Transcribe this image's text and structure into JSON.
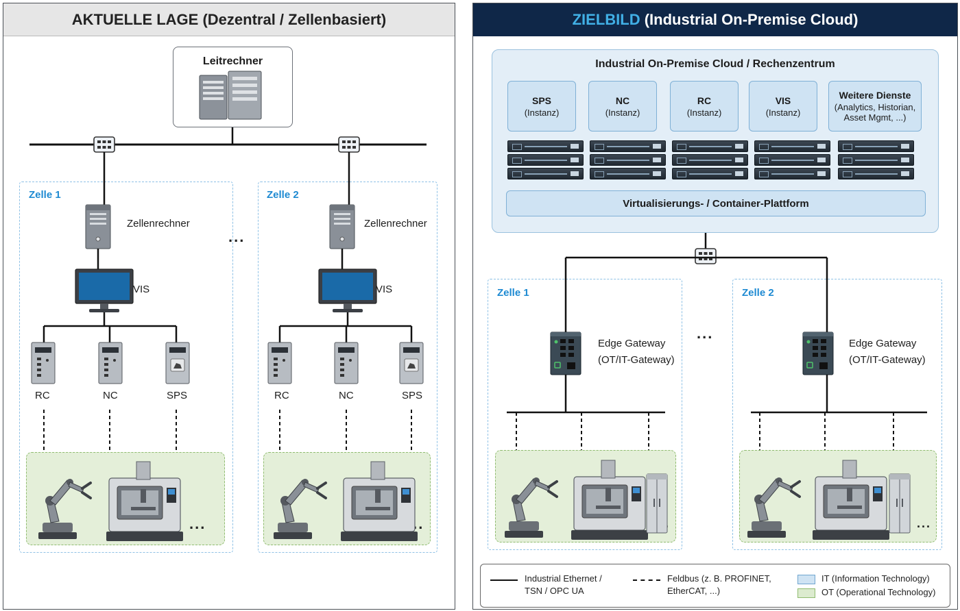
{
  "left": {
    "title": "AKTUELLE LAGE (Dezentral / Zellenbasiert)",
    "host_label": "Leitrechner",
    "cell1": {
      "title": "Zelle 1",
      "computer": "Zellenrechner",
      "monitor": "VIS",
      "controllers": [
        "RC",
        "NC",
        "SPS"
      ],
      "more": "..."
    },
    "cell2": {
      "title": "Zelle 2",
      "computer": "Zellenrechner",
      "monitor": "VIS",
      "controllers": [
        "RC",
        "NC",
        "SPS"
      ],
      "more": "..."
    },
    "between_cells": "..."
  },
  "right": {
    "title_accent": "ZIELBILD",
    "title_rest": " (Industrial On-Premise Cloud)",
    "cloud": {
      "title": "Industrial On-Premise Cloud / Rechenzentrum",
      "services": [
        {
          "name": "SPS",
          "sub": "(Instanz)"
        },
        {
          "name": "NC",
          "sub": "(Instanz)"
        },
        {
          "name": "RC",
          "sub": "(Instanz)"
        },
        {
          "name": "VIS",
          "sub": "(Instanz)"
        },
        {
          "name": "Weitere Dienste",
          "sub": "(Analytics, Historian, Asset Mgmt, ...)"
        }
      ],
      "platform": "Virtualisierungs- / Container-Plattform"
    },
    "cell1": {
      "title": "Zelle 1",
      "gateway_line1": "Edge Gateway",
      "gateway_line2": "(OT/IT-Gateway)",
      "more": "..."
    },
    "cell2": {
      "title": "Zelle 2",
      "gateway_line1": "Edge Gateway",
      "gateway_line2": "(OT/IT-Gateway)",
      "more": "..."
    },
    "between_cells": "..."
  },
  "legend": {
    "ethernet": "Industrial Ethernet / TSN / OPC UA",
    "fieldbus": "Feldbus (z. B. PROFINET, EtherCAT, ...)",
    "it": "IT (Information Technology)",
    "ot": "OT (Operational Technology)",
    "it_color": "#cfe3f3",
    "ot_color": "#dcebcf"
  },
  "colors": {
    "header_dark": "#0f2748",
    "header_accent": "#41b0e6",
    "cell_title": "#1e8ad2",
    "monitor_screen": "#1a6aa8"
  }
}
